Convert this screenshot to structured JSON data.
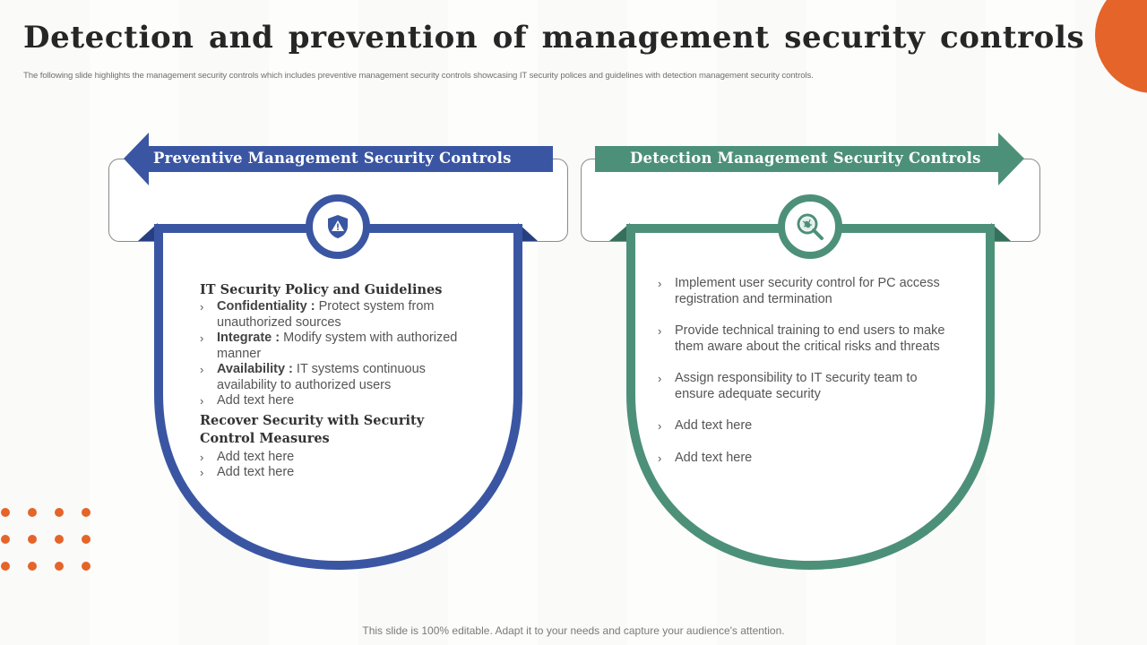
{
  "slide": {
    "title": "Detection and prevention of management security controls",
    "subtitle": "The following slide highlights the management  security controls which includes preventive management security controls showcasing IT security polices and guidelines  with detection management security controls.",
    "footer": "This slide is 100% editable. Adapt it to your needs and capture your audience's attention."
  },
  "colors": {
    "blue": "#3a56a3",
    "blue_dark": "#263f82",
    "green": "#4d9079",
    "green_dark": "#35705c",
    "orange": "#e5642a",
    "title": "#262626",
    "body_text": "#555555"
  },
  "panels": {
    "preventive": {
      "heading": "Preventive Management  Security Controls",
      "arrow_direction": "left",
      "icon": "shield-warning-icon",
      "sections": [
        {
          "title": "IT Security Policy and Guidelines",
          "bullets": [
            {
              "bold": "Confidentiality :",
              "text": " Protect system from unauthorized sources"
            },
            {
              "bold": "Integrate :",
              "text": " Modify  system with authorized manner"
            },
            {
              "bold": "Availability  :",
              "text": " IT  systems continuous availability  to authorized users"
            },
            {
              "bold": "",
              "text": "Add text here"
            }
          ]
        },
        {
          "title": "Recover Security with Security Control Measures",
          "bullets": [
            {
              "bold": "",
              "text": "Add text here"
            },
            {
              "bold": "",
              "text": "Add text here"
            }
          ]
        }
      ]
    },
    "detection": {
      "heading": "Detection Management  Security Controls",
      "arrow_direction": "right",
      "icon": "bug-search-icon",
      "bullets": [
        "Implement user security control for PC access registration and termination",
        "Provide technical training to end users to make them aware about the critical risks and threats",
        "Assign responsibility to IT  security team to ensure adequate security",
        "Add text here",
        "Add text here"
      ]
    }
  },
  "bullet_glyph": "›"
}
